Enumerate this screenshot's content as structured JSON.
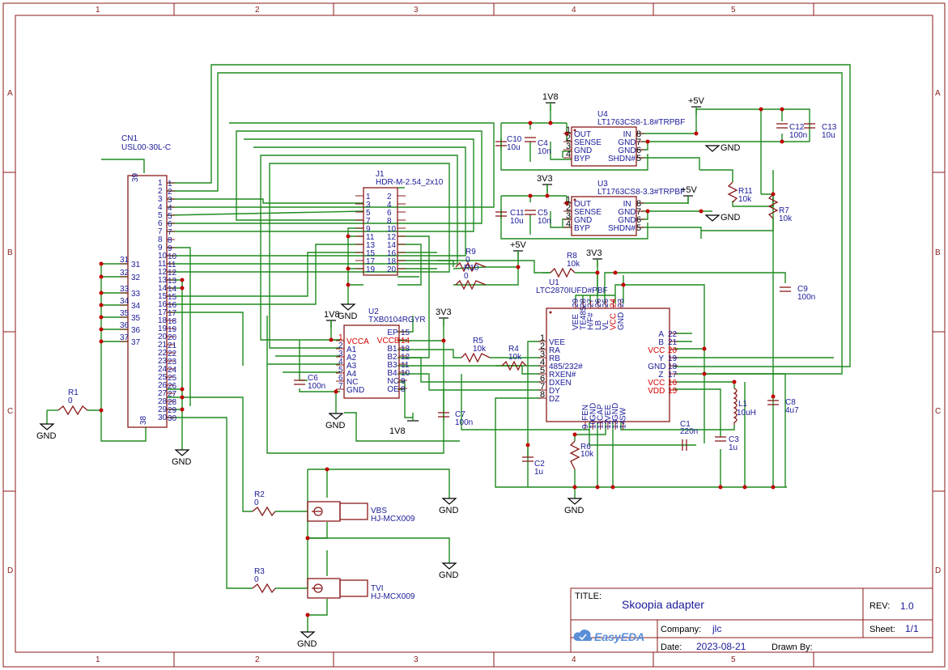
{
  "frame": {
    "columns": [
      "1",
      "2",
      "3",
      "4",
      "5"
    ],
    "rows": [
      "A",
      "B",
      "C",
      "D"
    ]
  },
  "title_block": {
    "title_label": "TITLE:",
    "title": "Skoopia adapter",
    "rev_label": "REV:",
    "rev": "1.0",
    "company_label": "Company:",
    "company": "jlc",
    "sheet_label": "Sheet:",
    "sheet": "1/1",
    "date_label": "Date:",
    "date": "2023-08-21",
    "drawn_label": "Drawn By:",
    "logo": "EasyEDA"
  },
  "components": {
    "cn1": {
      "ref": "CN1",
      "value": "USL00-30L-C",
      "left_pins": [
        "31",
        "32",
        "33",
        "34",
        "35",
        "36",
        "37"
      ],
      "right_pins": [
        "1",
        "2",
        "3",
        "4",
        "5",
        "6",
        "7",
        "8",
        "9",
        "10",
        "11",
        "12",
        "13",
        "14",
        "15",
        "16",
        "17",
        "18",
        "19",
        "20",
        "21",
        "22",
        "23",
        "24",
        "25",
        "26",
        "27",
        "28",
        "29",
        "30"
      ],
      "top_pin": "39",
      "bottom_pin": "38"
    },
    "j1": {
      "ref": "J1",
      "value": "HDR-M-2.54_2x10",
      "left_pins": [
        "1",
        "3",
        "5",
        "7",
        "9",
        "11",
        "13",
        "15",
        "17",
        "19"
      ],
      "right_pins": [
        "2",
        "4",
        "6",
        "8",
        "10",
        "12",
        "14",
        "16",
        "18",
        "20"
      ]
    },
    "u2": {
      "ref": "U2",
      "value": "TXB0104RGYR",
      "left_names": [
        "VCCA",
        "A1",
        "A2",
        "A3",
        "A4",
        "NC",
        "GND"
      ],
      "left_nums": [
        "1",
        "2",
        "3",
        "4",
        "5",
        "6",
        "7"
      ],
      "right_names": [
        "EP",
        "VCCB",
        "B1",
        "B2",
        "B3",
        "B4",
        "NC",
        "OE"
      ],
      "right_nums": [
        "15",
        "14",
        "13",
        "12",
        "11",
        "10",
        "9",
        "8"
      ]
    },
    "u1": {
      "ref": "U1",
      "value": "LTC2870IUFD#PBF",
      "left_names": [
        "VEE",
        "RA",
        "RB",
        "485/232#",
        "RXEN#",
        "DXEN",
        "DY",
        "DZ"
      ],
      "left_nums": [
        "1",
        "2",
        "3",
        "4",
        "5",
        "6",
        "7",
        "8"
      ],
      "right_names": [
        "A",
        "B",
        "VCC",
        "Y",
        "GND",
        "Z",
        "VCC",
        "VDD"
      ],
      "right_nums": [
        "22",
        "21",
        "20",
        "19",
        "18",
        "17",
        "16",
        "15"
      ],
      "top_names": [
        "VEE",
        "TE485",
        "H/F#",
        "LB",
        "VL",
        "VCC",
        "GND"
      ],
      "top_nums": [
        "29",
        "28",
        "27",
        "26",
        "25",
        "24",
        "23"
      ],
      "bottom_names": [
        "FEN",
        "GND",
        "CAP",
        "VEE",
        "GND",
        "SW"
      ],
      "bottom_nums": [
        "9",
        "10",
        "11",
        "12",
        "13",
        "14"
      ]
    },
    "u4": {
      "ref": "U4",
      "value": "LT1763CS8-1.8#TRPBF",
      "left_names": [
        "OUT",
        "SENSE",
        "GND",
        "BYP"
      ],
      "left_nums": [
        "1",
        "2",
        "3",
        "4"
      ],
      "right_names": [
        "IN",
        "GND",
        "GND",
        "SHDN#"
      ],
      "right_nums": [
        "8",
        "7",
        "6",
        "5"
      ]
    },
    "u3": {
      "ref": "U3",
      "value": "LT1763CS8-3.3#TRPBF",
      "left_names": [
        "OUT",
        "SENSE",
        "GND",
        "BYP"
      ],
      "left_nums": [
        "1",
        "2",
        "3",
        "4"
      ],
      "right_names": [
        "IN",
        "GND",
        "GND",
        "SHDN#"
      ],
      "right_nums": [
        "8",
        "7",
        "6",
        "5"
      ]
    },
    "vbs": {
      "ref": "VBS",
      "value": "HJ-MCX009"
    },
    "tvi": {
      "ref": "TVI",
      "value": "HJ-MCX009"
    },
    "l1": {
      "ref": "L1",
      "value": "10uH"
    },
    "r1": {
      "ref": "R1",
      "value": "0"
    },
    "r2": {
      "ref": "R2",
      "value": "0"
    },
    "r3": {
      "ref": "R3",
      "value": "0"
    },
    "r4": {
      "ref": "R4",
      "value": "10k"
    },
    "r5": {
      "ref": "R5",
      "value": "10k"
    },
    "r6": {
      "ref": "R6",
      "value": "10k"
    },
    "r7": {
      "ref": "R7",
      "value": "10k"
    },
    "r8": {
      "ref": "R8",
      "value": "10k"
    },
    "r9": {
      "ref": "R9",
      "value": "0"
    },
    "r10": {
      "ref": "R10",
      "value": "0"
    },
    "r11": {
      "ref": "R11",
      "value": "10k"
    },
    "c1": {
      "ref": "C1",
      "value": "220n"
    },
    "c2": {
      "ref": "C2",
      "value": "1u"
    },
    "c3": {
      "ref": "C3",
      "value": "1u"
    },
    "c4": {
      "ref": "C4",
      "value": "10n"
    },
    "c5": {
      "ref": "C5",
      "value": "10n"
    },
    "c6": {
      "ref": "C6",
      "value": "100n"
    },
    "c7": {
      "ref": "C7",
      "value": "100n"
    },
    "c8": {
      "ref": "C8",
      "value": "4u7"
    },
    "c9": {
      "ref": "C9",
      "value": "100n"
    },
    "c10": {
      "ref": "C10",
      "value": "10u"
    },
    "c11": {
      "ref": "C11",
      "value": "10u"
    },
    "c12": {
      "ref": "C12",
      "value": "100n"
    },
    "c13": {
      "ref": "C13",
      "value": "10u"
    }
  },
  "nets": {
    "gnd": "GND",
    "p1v8": "1V8",
    "p3v3": "3V3",
    "p5v": "+5V"
  }
}
